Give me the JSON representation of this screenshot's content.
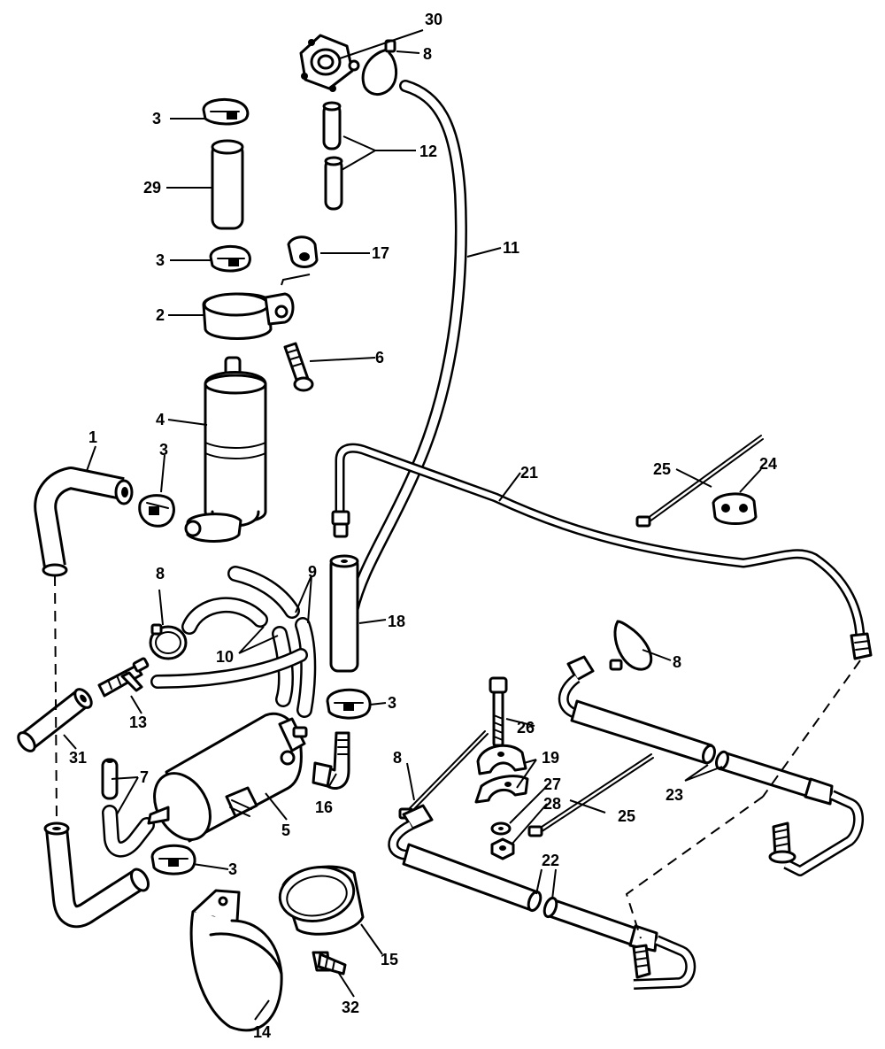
{
  "diagram": {
    "labels": {
      "p1": "1",
      "p2": "2",
      "p3a": "3",
      "p3b": "3",
      "p3c": "3",
      "p3d": "3",
      "p3e": "3",
      "p4": "4",
      "p5": "5",
      "p6": "6",
      "p7": "7",
      "p8a": "8",
      "p8b": "8",
      "p8c": "8",
      "p8d": "8",
      "p9": "9",
      "p10": "10",
      "p11": "11",
      "p12": "12",
      "p13": "13",
      "p14": "14",
      "p15": "15",
      "p16": "16",
      "p17": "17",
      "p18": "18",
      "p19": "19",
      "p21": "21",
      "p22": "22",
      "p23": "23",
      "p24": "24",
      "p25a": "25",
      "p25b": "25",
      "p26": "26",
      "p27": "27",
      "p28": "28",
      "p29": "29",
      "p30": "30",
      "p31": "31",
      "p32": "32"
    }
  }
}
